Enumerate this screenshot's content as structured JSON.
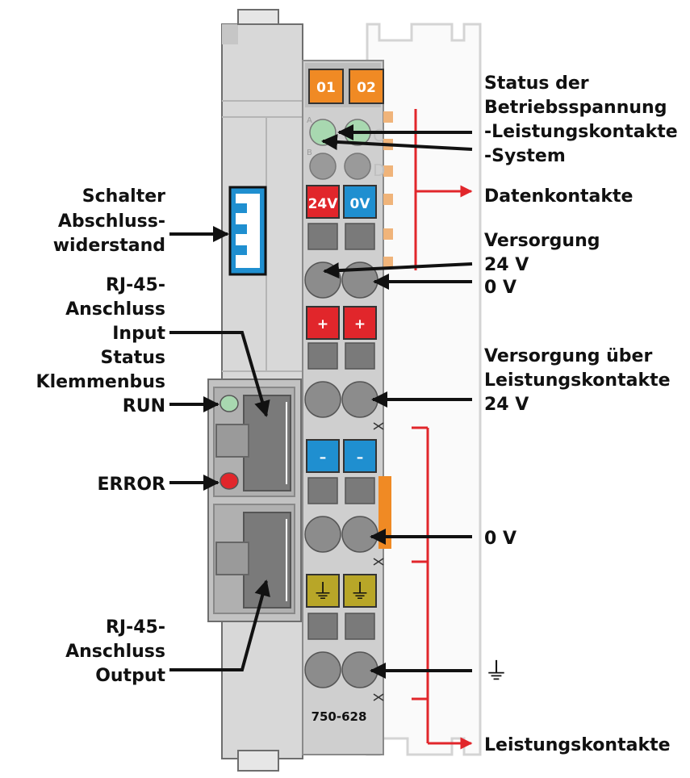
{
  "module": {
    "part_number": "750-628",
    "led_01": "01",
    "led_02": "02",
    "led_a": "A",
    "led_b": "B",
    "led_c": "C",
    "led_d": "D",
    "supply_24v": "24V",
    "supply_0v": "0V",
    "plus": "+",
    "minus": "–",
    "ground_symbol": "⏚"
  },
  "colors": {
    "housing": "#d8d8d8",
    "terminal_block": "#cfcfcf",
    "led_orange": "#f08a24",
    "led_green": "#a8d8b0",
    "red": "#e1262b",
    "blue": "#1f8fd0",
    "earth_yellow": "#b8a628",
    "line_red": "#e1262b",
    "arrow_black": "#111111"
  },
  "labels_left": {
    "switch": [
      "Schalter",
      "Abschluss-",
      "widerstand"
    ],
    "rj45_in": [
      "RJ-45-",
      "Anschluss",
      "Input"
    ],
    "status": [
      "Status",
      "Klemmenbus",
      "RUN"
    ],
    "error": "ERROR",
    "rj45_out": [
      "RJ-45-",
      "Anschluss",
      "Output"
    ]
  },
  "labels_right": {
    "status_voltage": [
      "Status der",
      "Betriebsspannung",
      "-Leistungskontakte",
      "-System"
    ],
    "data_contacts": "Datenkontakte",
    "supply": [
      "Versorgung",
      "24 V",
      "0 V"
    ],
    "supply_power": [
      "Versorgung über",
      "Leistungskontakte",
      "24 V"
    ],
    "zero_v": "0 V",
    "ground": "⏚",
    "power_contacts": "Leistungskontakte"
  }
}
